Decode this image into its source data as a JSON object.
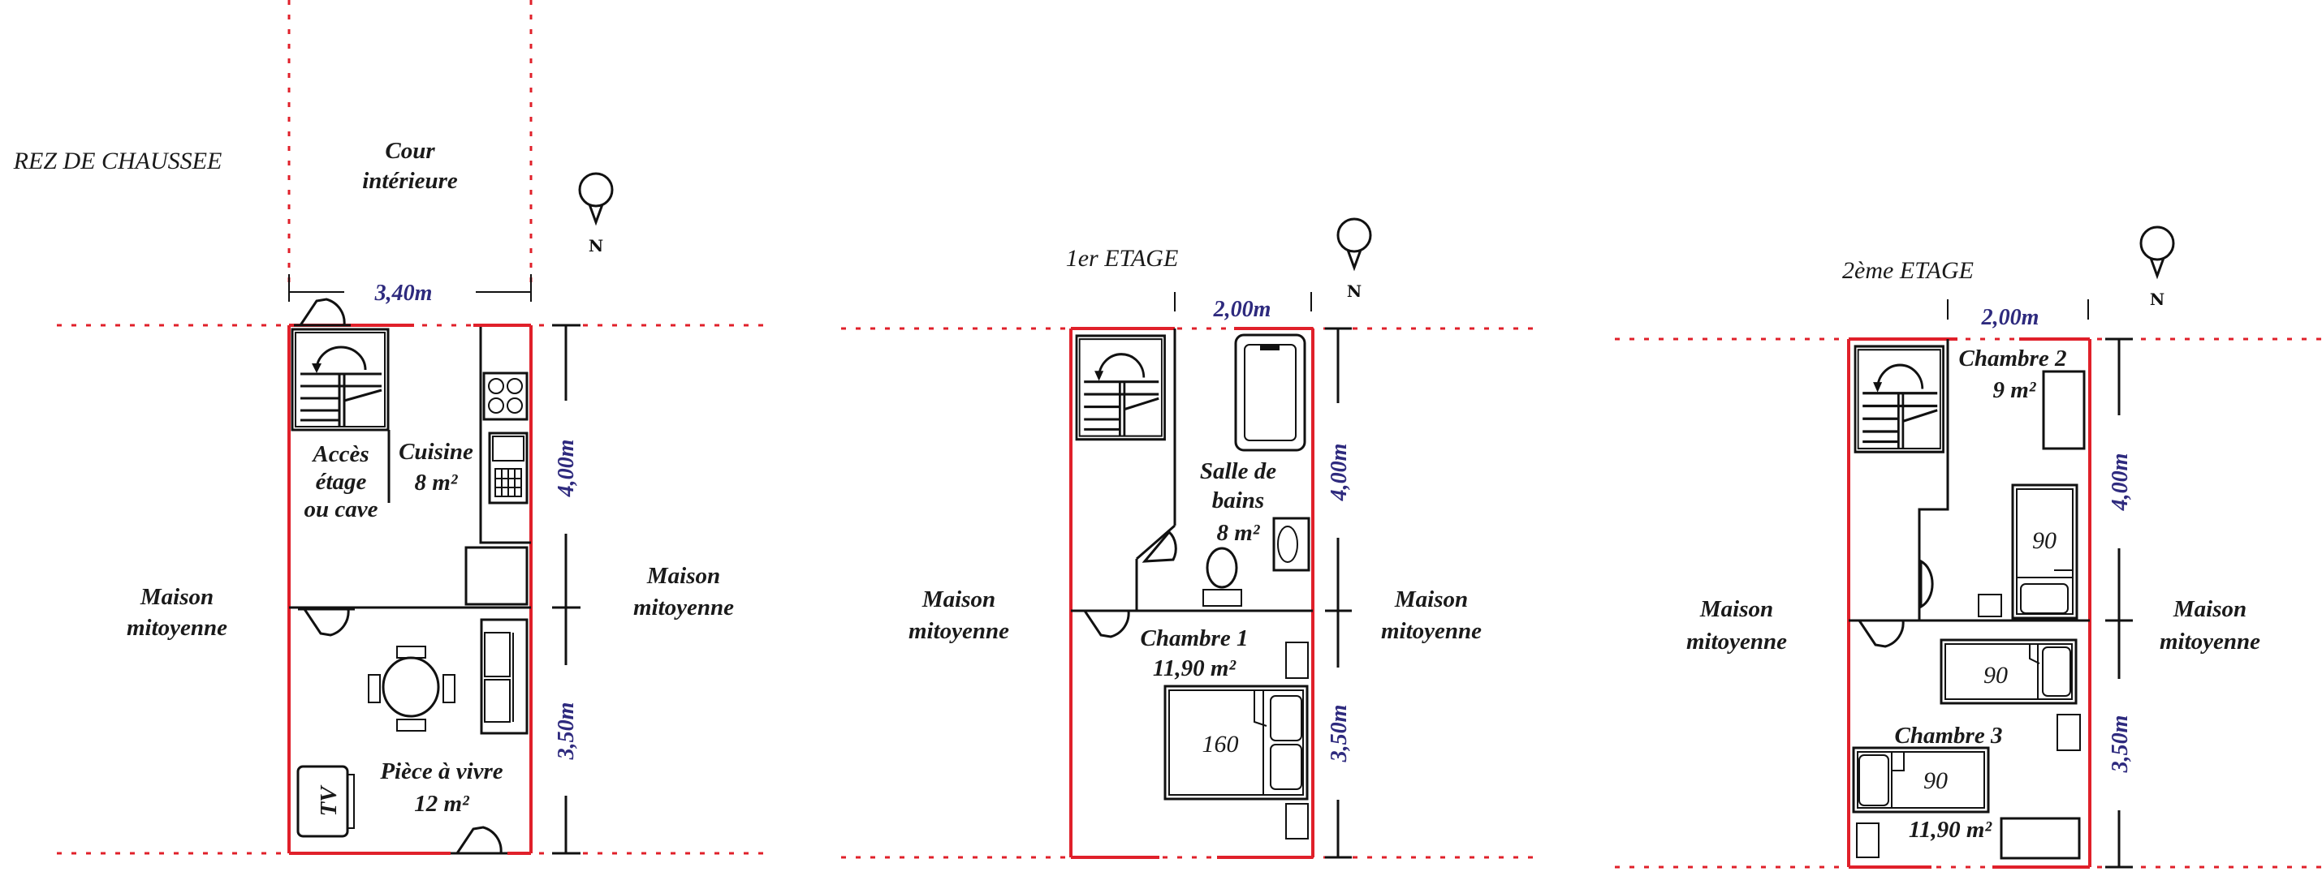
{
  "colors": {
    "wall": "#e0202a",
    "dimension": "#2e2a7e",
    "ink": "#111111"
  },
  "north_label": "N",
  "neighbor": [
    "Maison",
    "mitoyenne"
  ],
  "ground": {
    "title": "REZ DE CHAUSSEE",
    "courtyard": [
      "Cour",
      "intérieure"
    ],
    "width": "3,40m",
    "depth_front": "4,00m",
    "depth_back": "3,50m",
    "stairs_room": [
      "Accès",
      "étage",
      "ou cave"
    ],
    "kitchen": [
      "Cuisine",
      "8 m²"
    ],
    "living": [
      "Pièce à vivre",
      "12 m²"
    ],
    "tv": "TV"
  },
  "first": {
    "title": "1er ETAGE",
    "width": "2,00m",
    "depth_front": "4,00m",
    "depth_back": "3,50m",
    "bathroom": [
      "Salle de",
      "bains",
      "8 m²"
    ],
    "bedroom": [
      "Chambre 1",
      "11,90 m²"
    ],
    "bed_size": "160"
  },
  "second": {
    "title": "2ème ETAGE",
    "width": "2,00m",
    "depth_front": "4,00m",
    "depth_back": "3,50m",
    "bedroom2": [
      "Chambre 2",
      "9 m²"
    ],
    "bedroom3": [
      "Chambre 3",
      "11,90 m²"
    ],
    "bed_sizes": [
      "90",
      "90",
      "90"
    ]
  }
}
